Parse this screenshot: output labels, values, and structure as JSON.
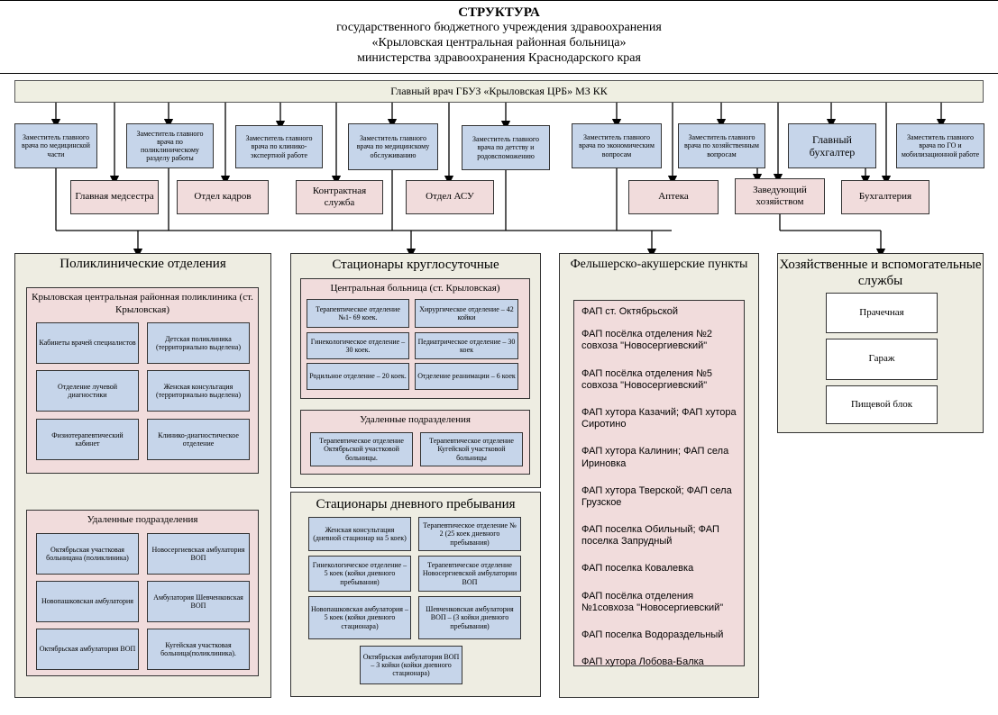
{
  "header": {
    "title": "СТРУКТУРА",
    "line1": "государственного бюджетного учреждения здравоохранения",
    "line2": "«Крыловская центральная районная больница»",
    "line3": "министерства здравоохранения Краснодарского края"
  },
  "chief": "Главный врач ГБУЗ «Крыловская ЦРБ» МЗ КК",
  "deputies": [
    "Заместитель главного врача по медицинской части",
    "Заместитель главного врача по поликлиническому разделу работы",
    "Заместитель главного врача по клинико-экспертной работе",
    "Заместитель главного врача по медицинскому обслуживанию",
    "Заместитель главного врача по детству и родовспоможению",
    "Заместитель главного врача по экономическим вопросам",
    "Заместитель главного врача по хозяйственным вопросам",
    "Главный бухгалтер",
    "Заместитель главного врача по ГО и мобилизационной работе"
  ],
  "services": {
    "nurse": "Главная медсестра",
    "hr": "Отдел кадров",
    "contract": "Контрактная служба",
    "asu": "Отдел АСУ",
    "pharmacy": "Аптека",
    "housekeeper": "Заведующий хозяйством",
    "accounting": "Бухгалтерия"
  },
  "poly": {
    "title": "Поликлинические отделения",
    "main_title": "Крыловская центральная районная поликлиника (ст. Крыловская)",
    "main_items": [
      "Кабинеты врачей специалистов",
      "Детская поликлиника (территориально выделена)",
      "Отделение лучевой диагностики",
      "Женская консультация (территориально выделена)",
      "Физиотерапевтический кабинет",
      "Клинико-диагностическое отделение"
    ],
    "remote_title": "Удаленные подразделения",
    "remote_items": [
      "Октябрьская участковая больницана (поликлиника)",
      "Новосергиевская амбулатория ВОП",
      "Новопашковская амбулатория",
      "Амбулатория Шевченковская ВОП",
      "Октябрьская амбулатория ВОП",
      "Кугейская участковая больница(поликлиника)."
    ]
  },
  "stat": {
    "title": "Стационары круглосуточные",
    "central_title": "Центральная больница (ст. Крыловская)",
    "central_items": [
      "Терапевтическое отделение №1- 69 коек.",
      "Хирургическое отделение – 42 койки",
      "Гинекологическое отделение – 30 коек.",
      "Педиатрическое отделение – 30 коек",
      "Родильное отделение – 20 коек.",
      "Отделение реанимации – 6 коек"
    ],
    "remote_title": "Удаленные подразделения",
    "remote_items": [
      "Терапевтическое отделение Октябрьской участковой больницы.",
      "Терапевтическое отделение Кугейской участковой больницы"
    ]
  },
  "day": {
    "title": "Стационары дневного пребывания",
    "items": [
      "Женская консультация (дневной стационар на 5 коек)",
      "Терапевтическое отделение № 2 (25 коек дневного пребывания)",
      "Гинекологическое отделение – 5 коек (койки дневного пребывания)",
      "Терапевтическое отделение Новосергиевской амбулатории ВОП",
      "Новопашковская амбулатория – 5 коек (койки дневного стационара)",
      "Шевченковская амбулатория ВОП – (3 койки дневного пребывания)",
      "Октябрьская амбулатория ВОП – 3 койки (койки дневного стационара)"
    ]
  },
  "fap": {
    "title": "Фельшерско-акушерские пункты",
    "items": [
      "ФАП ст. Октябрьской",
      "ФАП посёлка отделения №2 совхоза \"Новосергиевский\"",
      "ФАП посёлка отделения №5 совхоза \"Новосергиевский\"",
      "ФАП хутора Казачий; ФАП хутора Сиротино",
      "ФАП хутора Калинин; ФАП села Ириновка",
      "ФАП хутора Тверской; ФАП села Грузское",
      "ФАП поселка Обильный; ФАП поселка Запрудный",
      "ФАП поселка Ковалевка",
      "ФАП посёлка отделения №1совхоза \"Новосергиевский\"",
      "ФАП поселка Водораздельный",
      "ФАП хутора Лобова-Балка"
    ]
  },
  "aux": {
    "title": "Хозяйственные и вспомогательные службы",
    "items": [
      "Прачечная",
      "Гараж",
      "Пищевой блок"
    ]
  }
}
